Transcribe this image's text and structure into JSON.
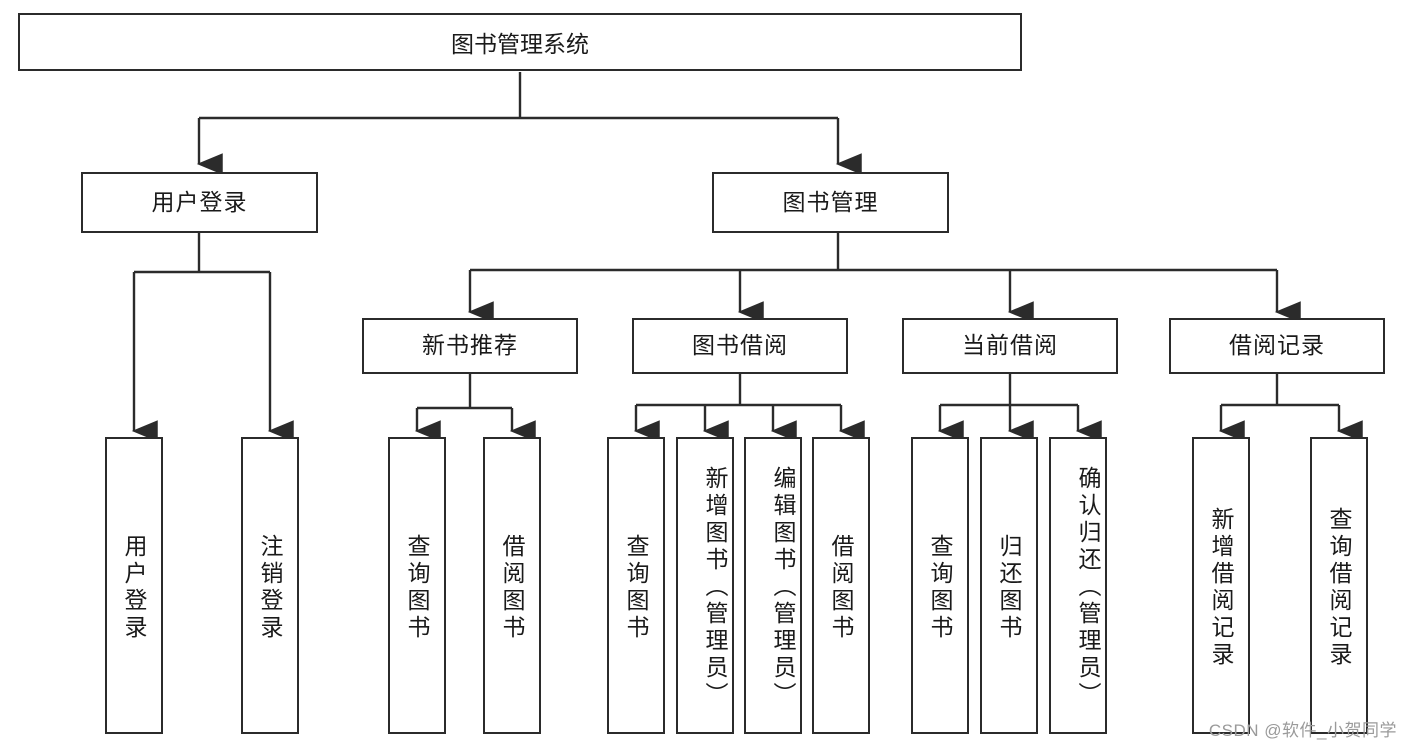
{
  "diagram": {
    "title": "图书管理系统",
    "type": "tree",
    "root": {
      "label": "图书管理系统"
    },
    "level1": [
      {
        "label": "用户登录"
      },
      {
        "label": "图书管理"
      }
    ],
    "level2": [
      {
        "label": "新书推荐"
      },
      {
        "label": "图书借阅"
      },
      {
        "label": "当前借阅"
      },
      {
        "label": "借阅记录"
      }
    ],
    "leaves": {
      "user_login": [
        {
          "label": "用户登录"
        },
        {
          "label": "注销登录"
        }
      ],
      "new_book_recommend": [
        {
          "label": "查询图书"
        },
        {
          "label": "借阅图书"
        }
      ],
      "book_borrow": [
        {
          "label": "查询图书"
        },
        {
          "label": "新增图书（管理员）"
        },
        {
          "label": "编辑图书（管理员）"
        },
        {
          "label": "借阅图书"
        }
      ],
      "current_borrow": [
        {
          "label": "查询图书"
        },
        {
          "label": "归还图书"
        },
        {
          "label": "确认归还（管理员）"
        }
      ],
      "borrow_record": [
        {
          "label": "新增借阅记录"
        },
        {
          "label": "查询借阅记录"
        }
      ]
    }
  },
  "watermark": {
    "text": "CSDN @软件_小贺同学"
  },
  "colors": {
    "box_border": "#2b2b2b",
    "box_fill": "#ffffff",
    "line": "#2b2b2b",
    "text": "#1a1a1a",
    "watermark": "#9a9a9a"
  }
}
